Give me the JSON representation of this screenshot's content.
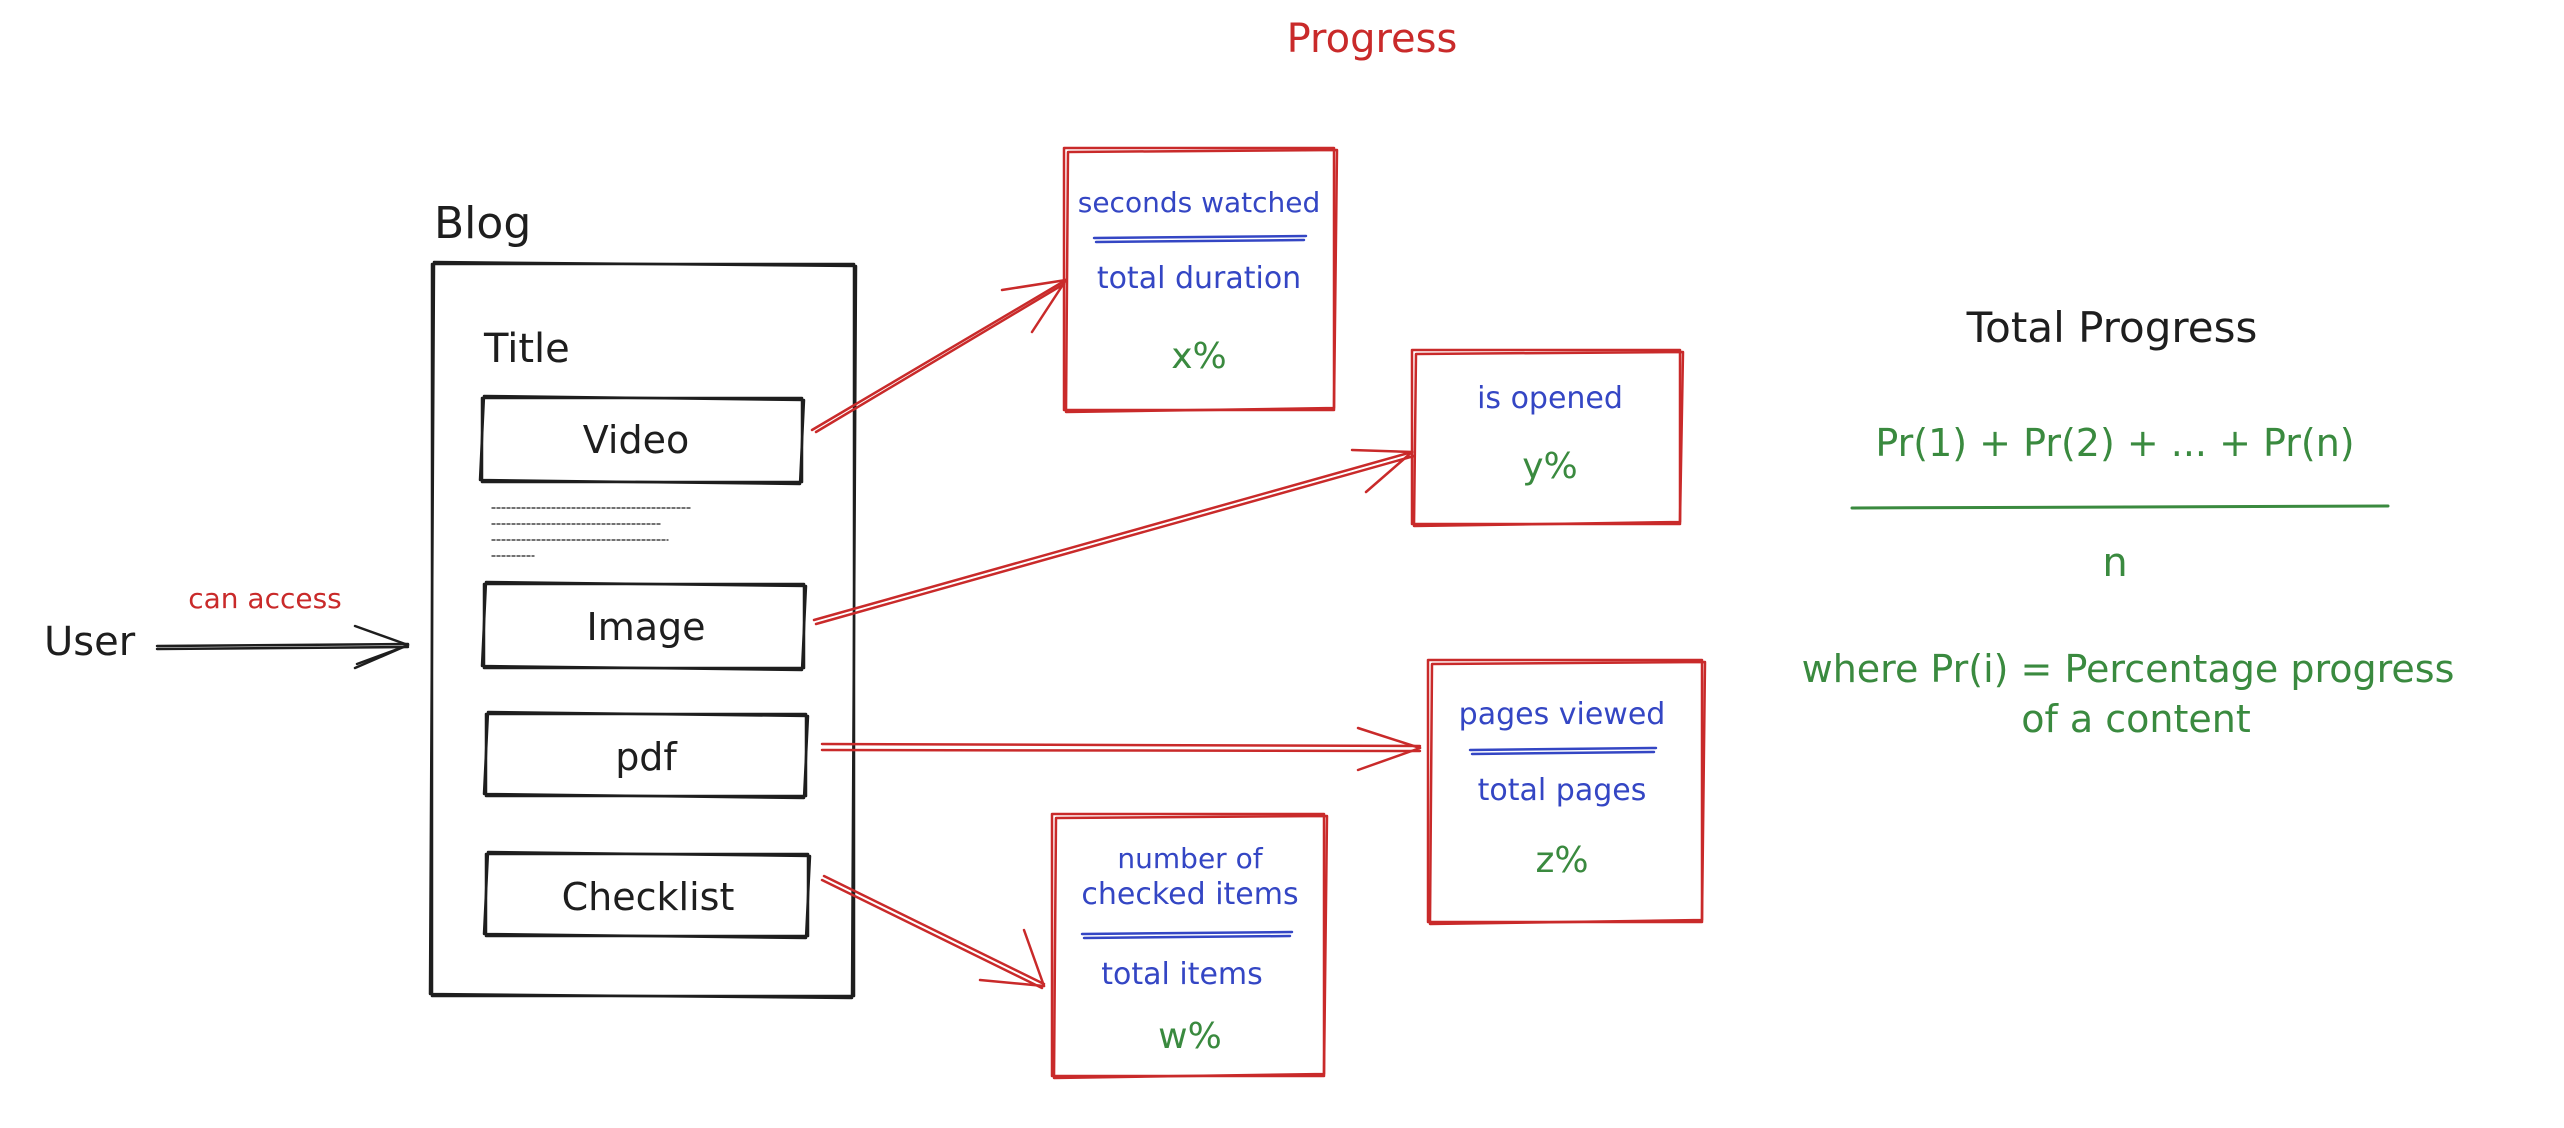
{
  "title": "Progress",
  "blog": {
    "label": "Blog",
    "post_title": "Title",
    "items": [
      "Video",
      "Image",
      "pdf",
      "Checklist"
    ]
  },
  "user": {
    "label": "User",
    "edge_label": "can access"
  },
  "metrics": {
    "video": {
      "numerator": "seconds watched",
      "denominator": "total duration",
      "result": "x%"
    },
    "image": {
      "condition": "is opened",
      "result": "y%"
    },
    "pdf": {
      "numerator": "pages viewed",
      "denominator": "total pages",
      "result": "z%"
    },
    "checklist": {
      "numerator_line1": "number of",
      "numerator_line2": "checked items",
      "denominator": "total items",
      "result": "w%"
    }
  },
  "total": {
    "heading": "Total Progress",
    "numerator": "Pr(1) + Pr(2) + ... + Pr(n)",
    "denominator": "n",
    "note_line1": "where Pr(i) = Percentage progress",
    "note_line2": "of a content"
  },
  "colors": {
    "ink": "#1e1e1e",
    "red": "#c92a2a",
    "blue": "#3446c4",
    "green": "#3a8a3f"
  }
}
